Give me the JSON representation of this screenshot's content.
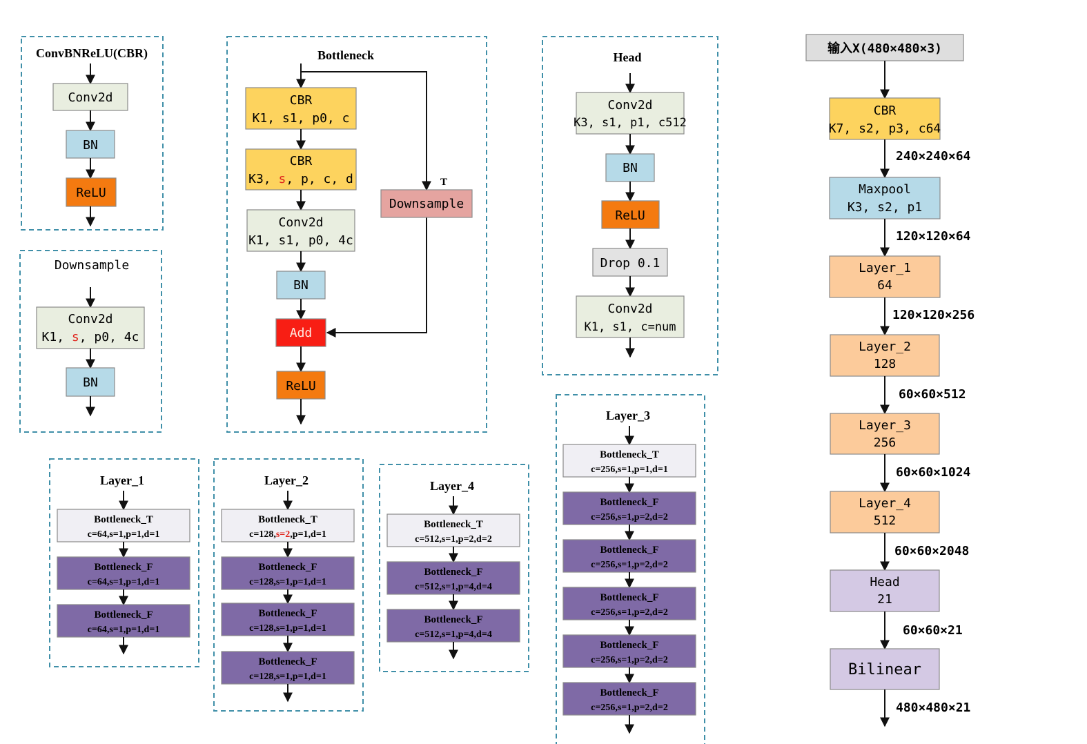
{
  "palette": {
    "conv": "#e9eee0",
    "bn": "#b6dae8",
    "relu": "#f47a10",
    "cbr": "#fdd35e",
    "down": "#e5a4a0",
    "add": "#f81e14",
    "drop": "#e3e3e3",
    "input": "#dedede",
    "layer": "#fccb9b",
    "head": "#d4c9e4",
    "bottleT": "#f0eff4",
    "bottleF": "#7f6aa6",
    "border": "#3f8fa8"
  },
  "cbr_panel": {
    "title": "ConvBNReLU(CBR)",
    "conv": "Conv2d",
    "bn": "BN",
    "relu": "ReLU"
  },
  "down_panel": {
    "title": "Downsample",
    "conv_l1": "Conv2d",
    "conv_l2_a": "K1, ",
    "conv_l2_s": "s",
    "conv_l2_b": ", p0, 4c",
    "bn": "BN"
  },
  "bottleneck_panel": {
    "title": "Bottleneck",
    "cbr1_l1": "CBR",
    "cbr1_l2": "K1, s1, p0, c",
    "cbr2_l1": "CBR",
    "cbr2_l2_a": "K3, ",
    "cbr2_l2_s": "s",
    "cbr2_l2_b": ", p, c, d",
    "conv_l1": "Conv2d",
    "conv_l2": "K1, s1, p0, 4c",
    "bn": "BN",
    "add": "Add",
    "relu": "ReLU",
    "downsample": "Downsample",
    "t_label": "T"
  },
  "head_panel": {
    "title": "Head",
    "conv1_l1": "Conv2d",
    "conv1_l2": "K3, s1, p1, c512",
    "bn": "BN",
    "relu": "ReLU",
    "drop": "Drop 0.1",
    "conv2_l1": "Conv2d",
    "conv2_l2": "K1, s1, c=num"
  },
  "layer1": {
    "title": "Layer_1",
    "blocks": [
      {
        "name": "Bottleneck_T",
        "params": "c=64,s=1,p=1,d=1"
      },
      {
        "name": "Bottleneck_F",
        "params": "c=64,s=1,p=1,d=1"
      },
      {
        "name": "Bottleneck_F",
        "params": "c=64,s=1,p=1,d=1"
      }
    ]
  },
  "layer2": {
    "title": "Layer_2",
    "first_name": "Bottleneck_T",
    "first_params_a": "c=128,",
    "first_params_s": "s=2",
    "first_params_b": ",p=1,d=1",
    "blocks": [
      {
        "name": "Bottleneck_F",
        "params": "c=128,s=1,p=1,d=1"
      },
      {
        "name": "Bottleneck_F",
        "params": "c=128,s=1,p=1,d=1"
      },
      {
        "name": "Bottleneck_F",
        "params": "c=128,s=1,p=1,d=1"
      }
    ]
  },
  "layer4": {
    "title": "Layer_4",
    "blocks": [
      {
        "name": "Bottleneck_T",
        "params": "c=512,s=1,p=2,d=2"
      },
      {
        "name": "Bottleneck_F",
        "params": "c=512,s=1,p=4,d=4"
      },
      {
        "name": "Bottleneck_F",
        "params": "c=512,s=1,p=4,d=4"
      }
    ]
  },
  "layer3": {
    "title": "Layer_3",
    "blocks": [
      {
        "name": "Bottleneck_T",
        "params": "c=256,s=1,p=1,d=1"
      },
      {
        "name": "Bottleneck_F",
        "params": "c=256,s=1,p=2,d=2"
      },
      {
        "name": "Bottleneck_F",
        "params": "c=256,s=1,p=2,d=2"
      },
      {
        "name": "Bottleneck_F",
        "params": "c=256,s=1,p=2,d=2"
      },
      {
        "name": "Bottleneck_F",
        "params": "c=256,s=1,p=2,d=2"
      },
      {
        "name": "Bottleneck_F",
        "params": "c=256,s=1,p=2,d=2"
      }
    ]
  },
  "main_flow": {
    "input": "输入X(480×480×3)",
    "cbr_l1": "CBR",
    "cbr_l2": "K7, s2, p3, c64",
    "maxpool_l1": "Maxpool",
    "maxpool_l2": "K3, s2, p1",
    "layer1_l1": "Layer_1",
    "layer1_l2": "64",
    "layer2_l1": "Layer_2",
    "layer2_l2": "128",
    "layer3_l1": "Layer_3",
    "layer3_l2": "256",
    "layer4_l1": "Layer_4",
    "layer4_l2": "512",
    "head_l1": "Head",
    "head_l2": "21",
    "bilinear": "Bilinear",
    "shapes": [
      "240×240×64",
      "120×120×64",
      "120×120×256",
      "60×60×512",
      "60×60×1024",
      "60×60×2048",
      "60×60×21",
      "480×480×21"
    ]
  }
}
